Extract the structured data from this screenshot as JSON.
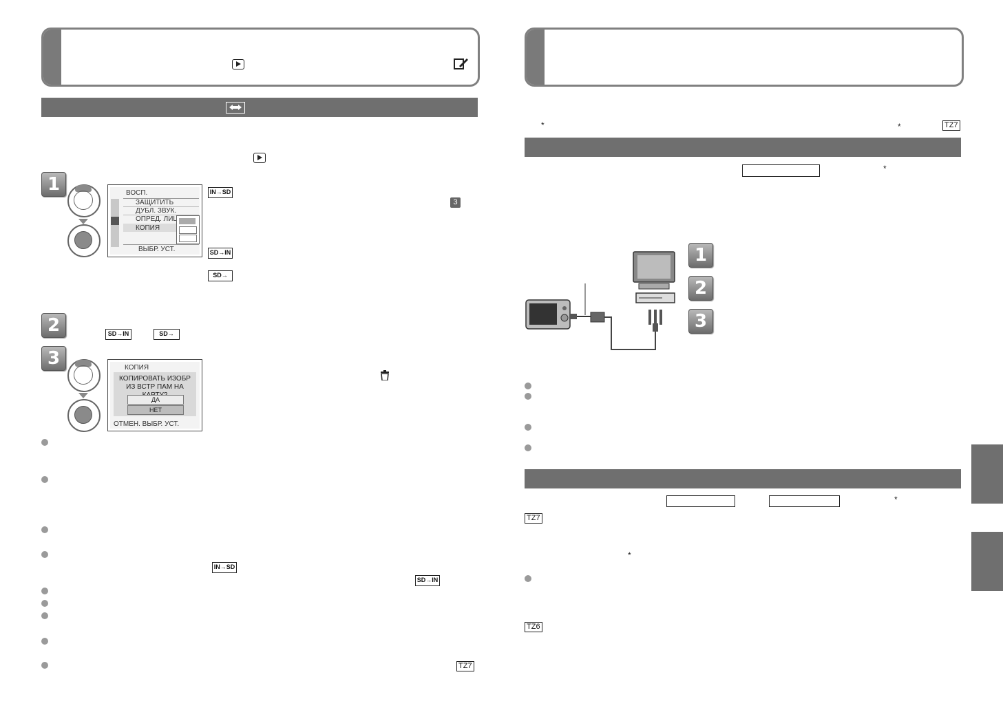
{
  "left": {
    "section_icon": "copy-icon",
    "step1_menu": {
      "items": [
        "ВОСП.",
        "ЗАЩИТИТЬ",
        "ДУБЛ. ЗВУК.",
        "ОПРЕД. ЛИЦА",
        "КОПИЯ"
      ],
      "footer": "ВЫБР.   УСТ."
    },
    "step_numbers": [
      "1",
      "2",
      "3"
    ],
    "option_labels": [
      "IN→SD",
      "SD→IN",
      "SD→"
    ],
    "page_badge": "3",
    "step3_dialog": {
      "header": "КОПИЯ",
      "question": "КОПИРОВАТЬ ИЗОБР ИЗ ВСТР ПАМ НА КАРТУ?",
      "yes": "ДА",
      "no": "НЕТ",
      "footer": "ОТМЕН.   ВЫБР.   УСТ."
    },
    "tz_badge": "TZ7"
  },
  "right": {
    "tz7_top": "TZ7",
    "step_numbers": [
      "1",
      "2",
      "3"
    ],
    "tz7_lower": "TZ7",
    "tz6_lower": "TZ6",
    "asterisk": "*"
  },
  "colors": {
    "bar": "#6f6f6f",
    "bullet": "#9a9a9a",
    "frame": "#808080"
  }
}
